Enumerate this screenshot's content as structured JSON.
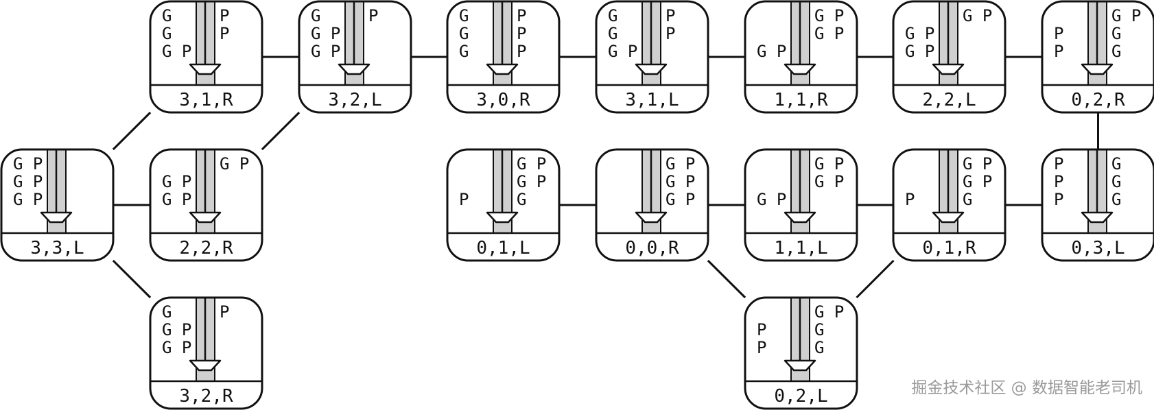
{
  "diagram": {
    "states": [
      {
        "id": "s1",
        "label": "3,1,R",
        "left": [
          "G",
          "G",
          "G P"
        ],
        "right": [
          "P",
          "P",
          ""
        ],
        "boat": "left"
      },
      {
        "id": "s2",
        "label": "3,2,L",
        "left": [
          "G",
          "G P",
          "G P"
        ],
        "right": [
          "P",
          "",
          ""
        ],
        "boat": "left"
      },
      {
        "id": "s3",
        "label": "3,0,R",
        "left": [
          "G",
          "G",
          "G"
        ],
        "right": [
          "P",
          "P",
          "P"
        ],
        "boat": "left"
      },
      {
        "id": "s4",
        "label": "3,1,L",
        "left": [
          "G",
          "G",
          "G P"
        ],
        "right": [
          "P",
          "P",
          ""
        ],
        "boat": "left"
      },
      {
        "id": "s5",
        "label": "1,1,R",
        "left": [
          "",
          "",
          "G P"
        ],
        "right": [
          "G P",
          "G P",
          ""
        ],
        "boat": "left"
      },
      {
        "id": "s6",
        "label": "2,2,L",
        "left": [
          "",
          "G P",
          "G P"
        ],
        "right": [
          "G P",
          "",
          ""
        ],
        "boat": "left"
      },
      {
        "id": "s7",
        "label": "0,2,R",
        "left": [
          "",
          "P",
          "P"
        ],
        "right": [
          "G P",
          "G",
          "G"
        ],
        "boat": "left"
      },
      {
        "id": "s8",
        "label": "3,3,L",
        "left": [
          "G P",
          "G P",
          "G P"
        ],
        "right": [
          "",
          "",
          ""
        ],
        "boat": "left"
      },
      {
        "id": "s9",
        "label": "2,2,R",
        "left": [
          "",
          "G P",
          "G P"
        ],
        "right": [
          "G P",
          "",
          ""
        ],
        "boat": "left"
      },
      {
        "id": "s10",
        "label": "0,1,L",
        "left": [
          "",
          "",
          "P"
        ],
        "right": [
          "G P",
          "G P",
          "G"
        ],
        "boat": "left"
      },
      {
        "id": "s11",
        "label": "0,0,R",
        "left": [
          "",
          "",
          ""
        ],
        "right": [
          "G P",
          "G P",
          "G P"
        ],
        "boat": "left"
      },
      {
        "id": "s12",
        "label": "1,1,L",
        "left": [
          "",
          "",
          "G P"
        ],
        "right": [
          "G P",
          "G P",
          ""
        ],
        "boat": "left"
      },
      {
        "id": "s13",
        "label": "0,1,R",
        "left": [
          "",
          "",
          "P"
        ],
        "right": [
          "G P",
          "G P",
          "G"
        ],
        "boat": "left"
      },
      {
        "id": "s14",
        "label": "0,3,L",
        "left": [
          "P",
          "P",
          "P"
        ],
        "right": [
          "G",
          "G",
          "G"
        ],
        "boat": "left"
      },
      {
        "id": "s15",
        "label": "3,2,R",
        "left": [
          "G",
          "G P",
          "G P"
        ],
        "right": [
          "P",
          "",
          ""
        ],
        "boat": "left"
      },
      {
        "id": "s16",
        "label": "0,2,L",
        "left": [
          "",
          "P",
          "P"
        ],
        "right": [
          "G P",
          "G",
          "G"
        ],
        "boat": "left"
      }
    ],
    "edges": [
      [
        "s8",
        "s1"
      ],
      [
        "s8",
        "s9"
      ],
      [
        "s8",
        "s15"
      ],
      [
        "s9",
        "s2"
      ],
      [
        "s1",
        "s2"
      ],
      [
        "s2",
        "s3"
      ],
      [
        "s3",
        "s4"
      ],
      [
        "s4",
        "s5"
      ],
      [
        "s5",
        "s6"
      ],
      [
        "s6",
        "s7"
      ],
      [
        "s7",
        "s14"
      ],
      [
        "s14",
        "s13"
      ],
      [
        "s13",
        "s12"
      ],
      [
        "s12",
        "s11"
      ],
      [
        "s11",
        "s10"
      ],
      [
        "s11",
        "s16"
      ],
      [
        "s16",
        "s13"
      ]
    ],
    "colors": {
      "river": "#d0d0d0",
      "stroke": "#111111",
      "watermark": "#9a9a9a"
    }
  },
  "watermark": "掘金技术社区 @ 数据智能老司机"
}
